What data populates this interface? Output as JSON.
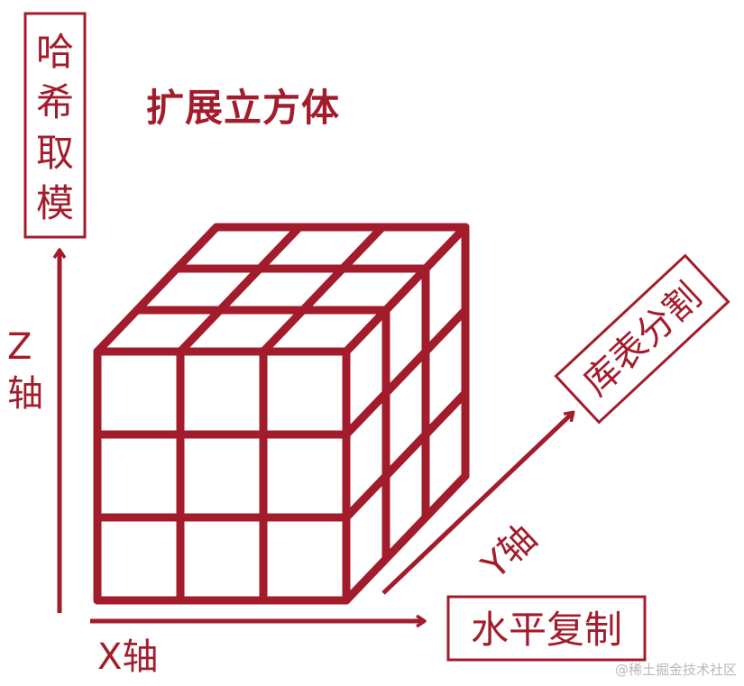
{
  "title": "扩展立方体",
  "colors": {
    "accent": "#a31c2c",
    "background": "#ffffff",
    "watermark": "#b8b8b8"
  },
  "axes": {
    "z": {
      "axis_label": "Z轴",
      "box_label": "哈希取模"
    },
    "x": {
      "axis_label": "X轴",
      "box_label": "水平复制"
    },
    "y": {
      "axis_label": "Y轴",
      "box_label": "库表分割"
    }
  },
  "cube": {
    "rows": 3,
    "cols": 3,
    "depth": 3
  },
  "watermark": "@稀土掘金技术社区"
}
